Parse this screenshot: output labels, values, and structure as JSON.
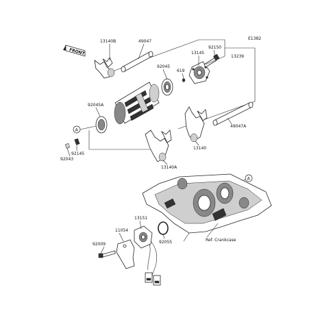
{
  "diagram_code": "E1382",
  "front_label": "FRONT",
  "ref_label": "Ref. Crankcase",
  "callout_a": "A",
  "parts": {
    "p13140B": "13140B",
    "p49047": "49047",
    "p92150": "92150",
    "p13145": "13145",
    "p13239": "13239",
    "p92045": "92045",
    "p619": "619",
    "p92045A": "92045A",
    "p49047A": "49047A",
    "p13140": "13140",
    "p13140A": "13140A",
    "p92145": "92145",
    "p92043": "92043",
    "p13151": "13151",
    "p11054": "11054",
    "p92009": "92009",
    "p92055": "92055"
  }
}
